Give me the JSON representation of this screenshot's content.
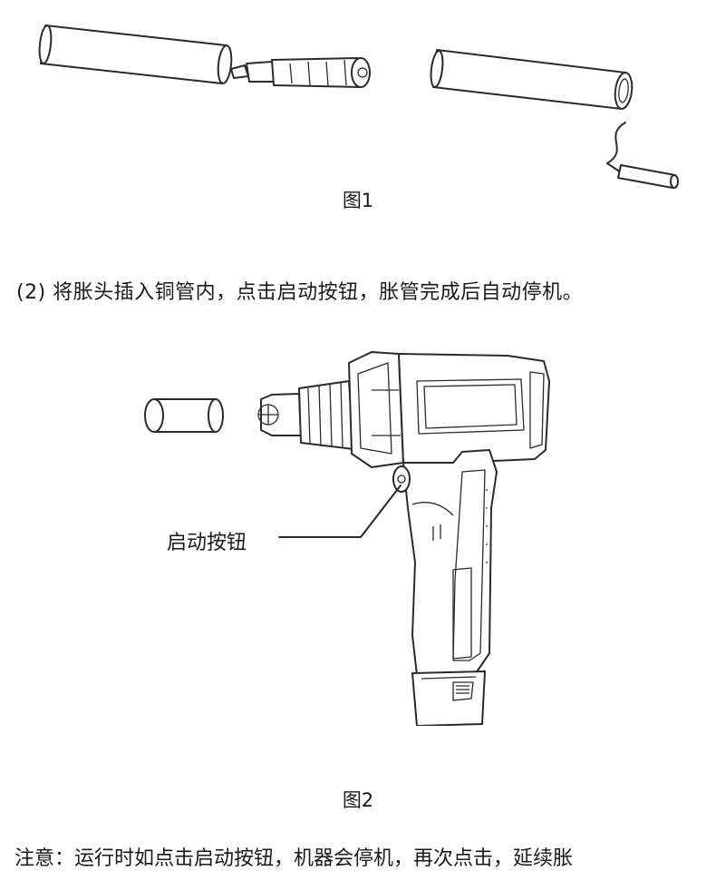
{
  "figure1": {
    "caption": "图1"
  },
  "step2": {
    "text": "(2) 将胀头插入铜管内，点击启动按钮，胀管完成后自动停机。"
  },
  "figure2": {
    "callout_label": "启动按钮",
    "caption": "图2"
  },
  "note": {
    "text": "注意：运行时如点击启动按钮，机器会停机，再次点击，延续胀"
  }
}
